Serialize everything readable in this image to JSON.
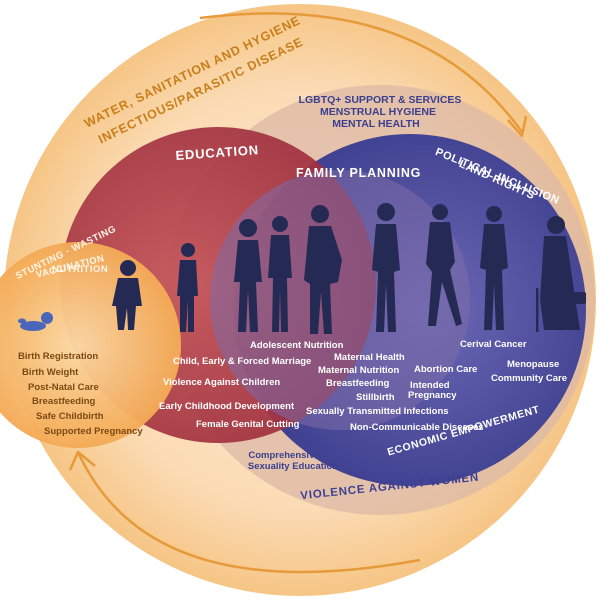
{
  "colors": {
    "outer_circle": "#f9d9b3",
    "outer_ring_arrow": "#e69a3a",
    "early_life_circle": "#f6b465",
    "education_circle": "#b9434a",
    "middle_circle": "#d8b7a8",
    "family_planning_circle": "#8a6aa8",
    "later_life_circle": "#4a4b9b",
    "silhouettes": "#252a55"
  },
  "icons": {
    "arrow_top": "clockwise-arrow-icon",
    "arrow_bottom": "counterclockwise-arrow-icon",
    "baby": "baby-icon"
  },
  "outer": {
    "line1": "WATER, SANITATION AND HYGIENE",
    "line2": "INFECTIOUS/PARASITIC DISEASE",
    "bottom": "VIOLENCE AGAINST WOMEN"
  },
  "top_middle": {
    "line1": "LGBTQ+ SUPPORT & SERVICES",
    "line2": "MENSTRUAL HYGIENE",
    "line3": "MENTAL HEALTH"
  },
  "early_life": {
    "head1": "STUNTING · WASTING",
    "head2": "VACCINATION",
    "head3": "NUTRITION",
    "items": [
      "Birth Registration",
      "Birth Weight",
      "Post-Natal Care",
      "Breastfeeding",
      "Safe Childbirth",
      "Supported Pregnancy"
    ]
  },
  "education": {
    "title": "EDUCATION",
    "items": [
      "Child, Early & Forced Marriage",
      "Violence Against Children",
      "Early Childhood Development",
      "Female Genital Cutting"
    ]
  },
  "family_planning": {
    "title": "FAMILY PLANNING",
    "items": [
      "Adolescent Nutrition",
      "Maternal Health",
      "Maternal Nutrition",
      "Breastfeeding",
      "Stillbirth",
      "Abortion Care",
      "Intended",
      "Pregnancy",
      "Sexually Transmitted Infections",
      "Non-Communicable Diseases"
    ]
  },
  "later_life": {
    "title1": "POLITICAL INCLUSION",
    "title2": "LAND RIGHTS",
    "items": [
      "Cerival Cancer",
      "Menopause",
      "Community Care"
    ],
    "bottom": "ECONOMIC EMPOWERMENT"
  },
  "comprehensive": {
    "line1": "Comprehensive",
    "line2": "Sexuality Education"
  }
}
